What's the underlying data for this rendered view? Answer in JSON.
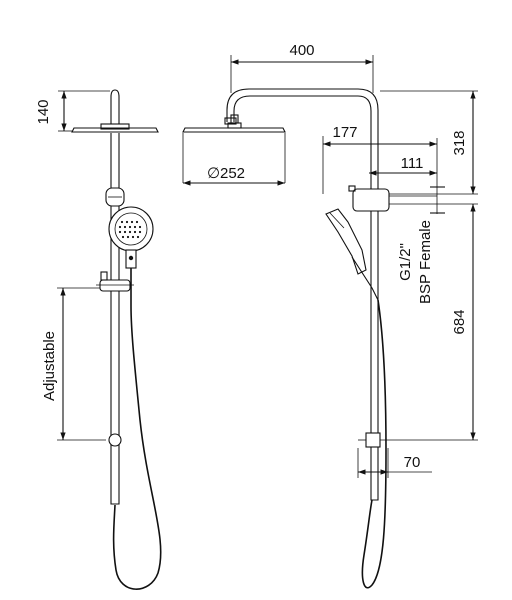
{
  "dimensions": {
    "head_height": "140",
    "head_diameter": "252",
    "diameter_symbol": "∅",
    "arm_reach": "400",
    "wall_offset_177": "177",
    "wall_offset_111": "111",
    "riser_to_head": "318",
    "riser_length": "684",
    "bracket_offset": "70",
    "thread_line1": "G1/2\"",
    "thread_line2": "BSP Female",
    "adjustable_label": "Adjustable"
  }
}
